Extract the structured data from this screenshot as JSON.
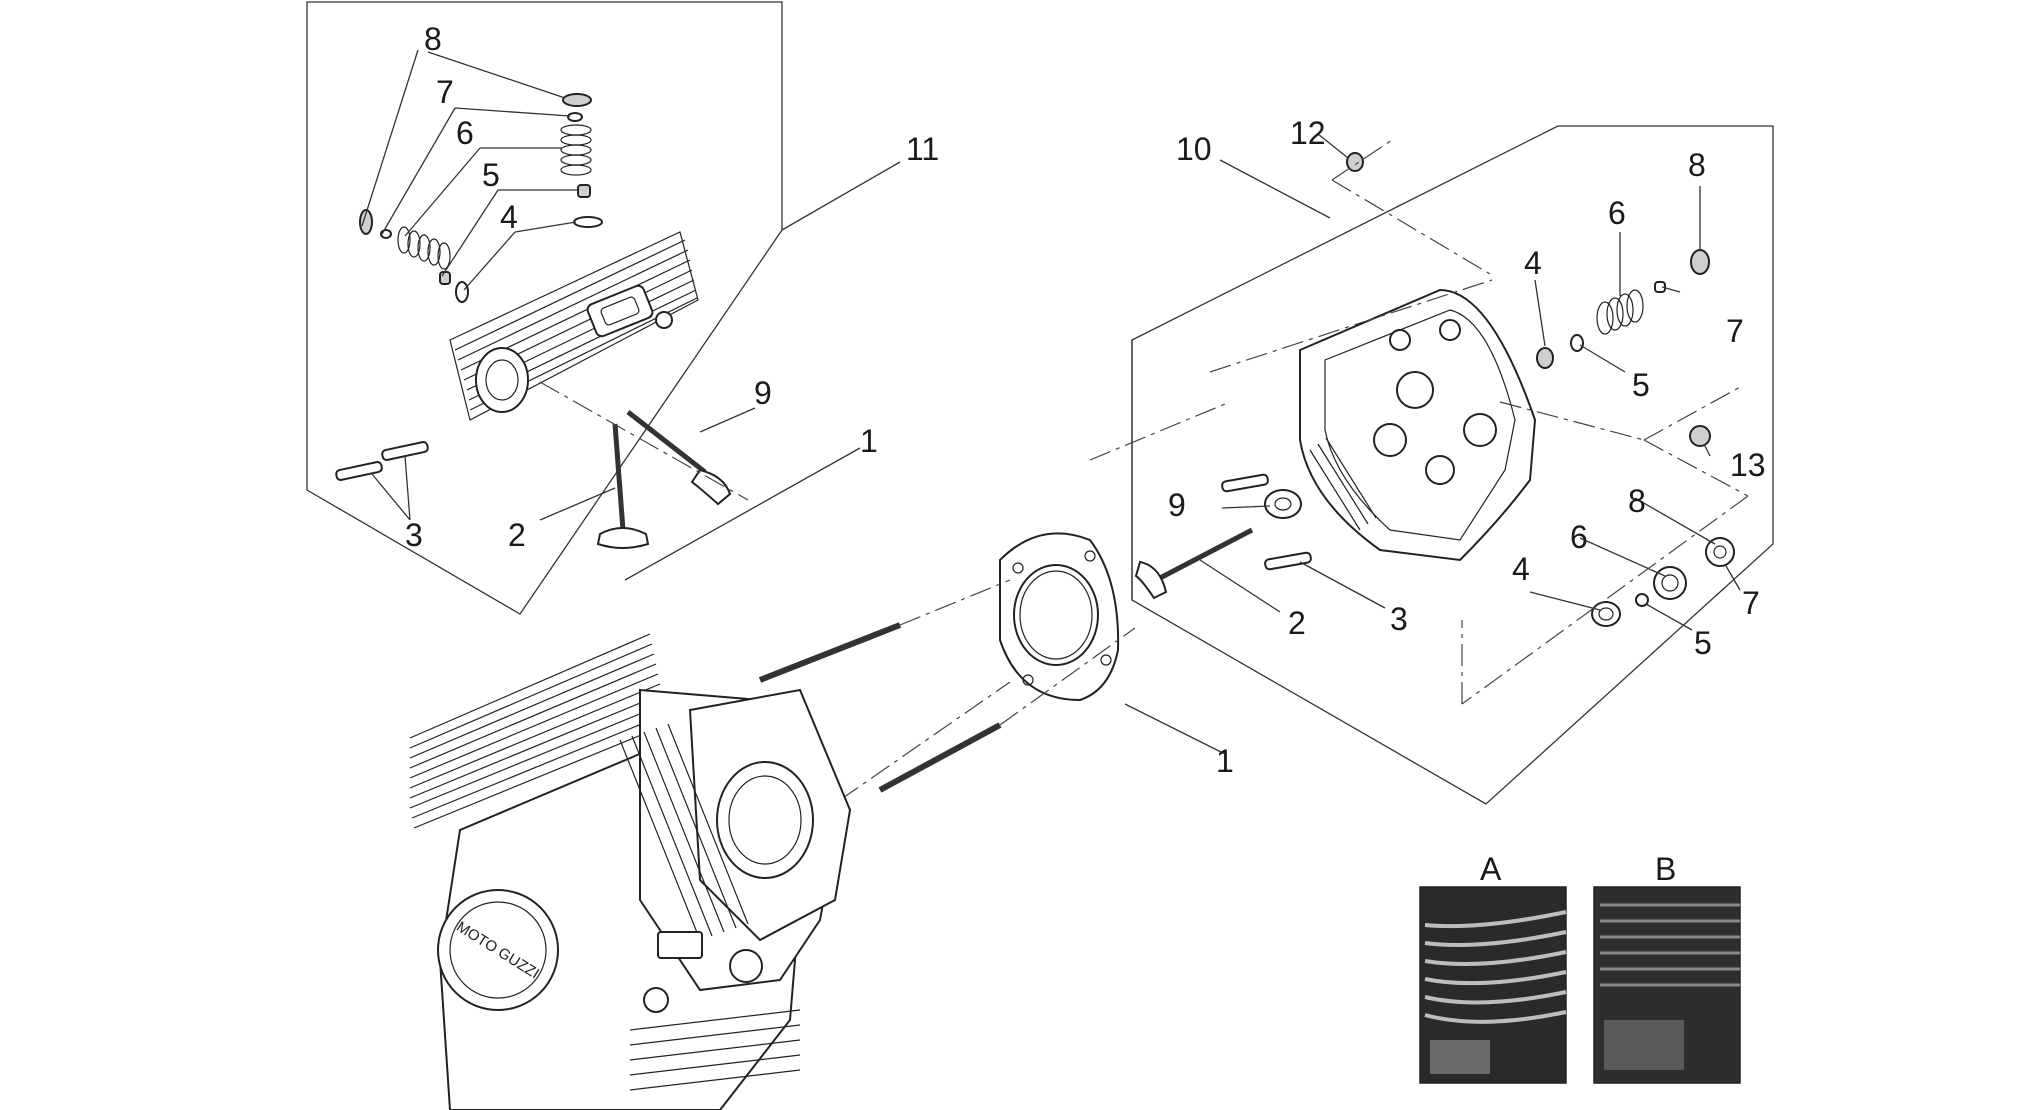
{
  "callouts": {
    "left_kit": [
      "8",
      "7",
      "6",
      "5",
      "4",
      "11",
      "9",
      "1",
      "3",
      "2"
    ],
    "right_kit": [
      "12",
      "10",
      "8",
      "6",
      "4",
      "7",
      "5",
      "13",
      "9",
      "8",
      "6",
      "4",
      "2",
      "3",
      "7",
      "5"
    ],
    "gasket": "1"
  },
  "photos": {
    "a": "A",
    "b": "B"
  },
  "colors": {
    "line": "#333333",
    "photo_dark": "#2a2a2a",
    "photo_light": "#bdbdbd"
  }
}
